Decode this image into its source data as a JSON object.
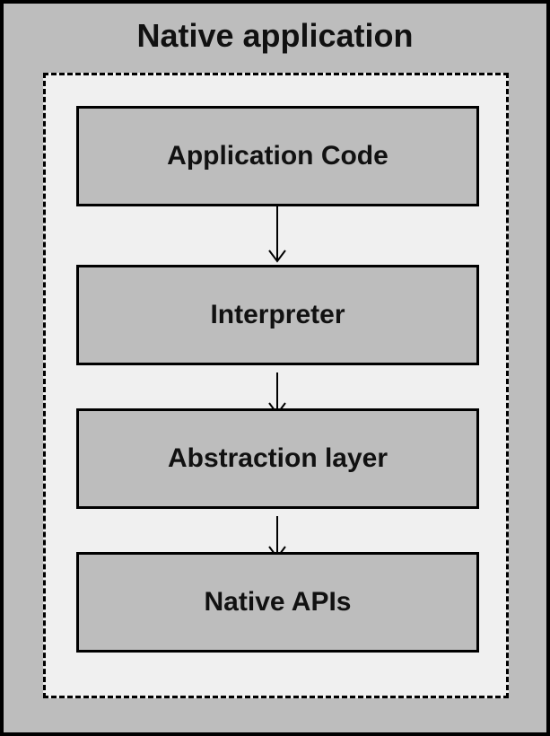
{
  "diagram": {
    "title": "Native application",
    "layers": [
      {
        "label": "Application Code"
      },
      {
        "label": "Interpreter"
      },
      {
        "label": "Abstraction layer"
      },
      {
        "label": "Native APIs"
      }
    ],
    "colors": {
      "outer_fill": "#bdbdbd",
      "inner_fill": "#f0f0f0",
      "box_fill": "#bdbdbd",
      "stroke": "#000000"
    }
  }
}
